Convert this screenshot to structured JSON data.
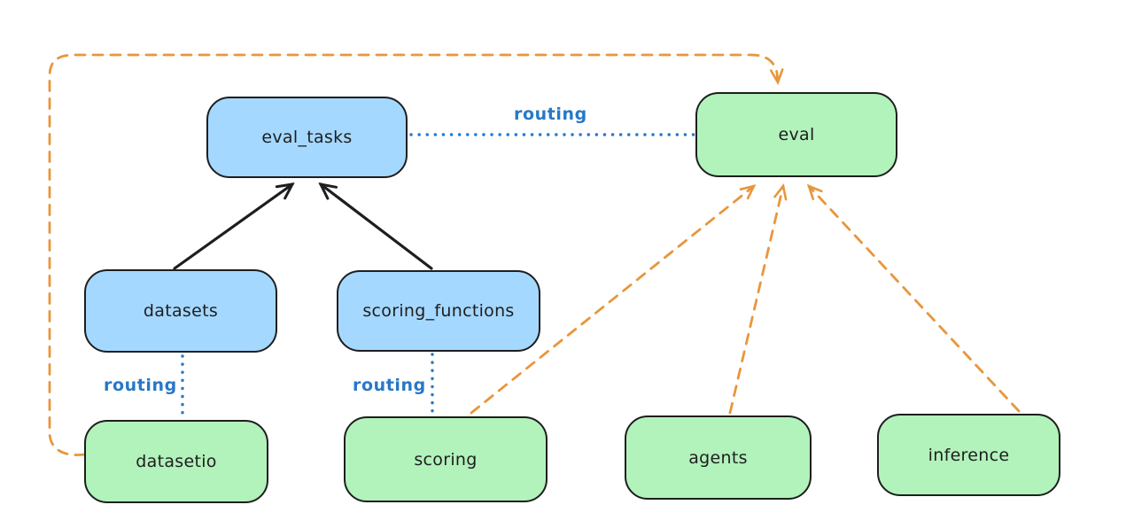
{
  "diagram": {
    "type": "flow-diagram",
    "background": "#ffffff",
    "colors": {
      "api_node_fill": "#a5d8ff",
      "provider_node_fill": "#b2f2bb",
      "node_border": "#1e1e1e",
      "node_text": "#1e1e1e",
      "routing_edge_blue": "#2778c7",
      "dashed_edge_orange": "#e8963c",
      "solid_edge_black": "#1e1e1e"
    },
    "nodes": [
      {
        "id": "eval_tasks",
        "label": "eval_tasks",
        "variant": "blue"
      },
      {
        "id": "eval",
        "label": "eval",
        "variant": "green"
      },
      {
        "id": "datasets",
        "label": "datasets",
        "variant": "blue"
      },
      {
        "id": "scoring_functions",
        "label": "scoring_functions",
        "variant": "blue"
      },
      {
        "id": "datasetio",
        "label": "datasetio",
        "variant": "green"
      },
      {
        "id": "scoring",
        "label": "scoring",
        "variant": "green"
      },
      {
        "id": "agents",
        "label": "agents",
        "variant": "green"
      },
      {
        "id": "inference",
        "label": "inference",
        "variant": "green"
      }
    ],
    "edge_labels": [
      {
        "id": "routing-top",
        "text": "routing"
      },
      {
        "id": "routing-datasets",
        "text": "routing"
      },
      {
        "id": "routing-scoring",
        "text": "routing"
      }
    ],
    "edges": [
      {
        "from": "datasets",
        "to": "eval_tasks",
        "style": "solid",
        "color": "black",
        "arrow": true,
        "label": ""
      },
      {
        "from": "scoring_functions",
        "to": "eval_tasks",
        "style": "solid",
        "color": "black",
        "arrow": true,
        "label": ""
      },
      {
        "from": "eval_tasks",
        "to": "eval",
        "style": "dotted",
        "color": "blue",
        "arrow": false,
        "label": "routing"
      },
      {
        "from": "datasets",
        "to": "datasetio",
        "style": "dotted",
        "color": "blue",
        "arrow": false,
        "label": "routing"
      },
      {
        "from": "scoring_functions",
        "to": "scoring",
        "style": "dotted",
        "color": "blue",
        "arrow": false,
        "label": "routing"
      },
      {
        "from": "datasetio",
        "to": "eval",
        "style": "dashed",
        "color": "orange",
        "arrow": true,
        "label": ""
      },
      {
        "from": "scoring",
        "to": "eval",
        "style": "dashed",
        "color": "orange",
        "arrow": true,
        "label": ""
      },
      {
        "from": "agents",
        "to": "eval",
        "style": "dashed",
        "color": "orange",
        "arrow": true,
        "label": ""
      },
      {
        "from": "inference",
        "to": "eval",
        "style": "dashed",
        "color": "orange",
        "arrow": true,
        "label": ""
      }
    ]
  }
}
